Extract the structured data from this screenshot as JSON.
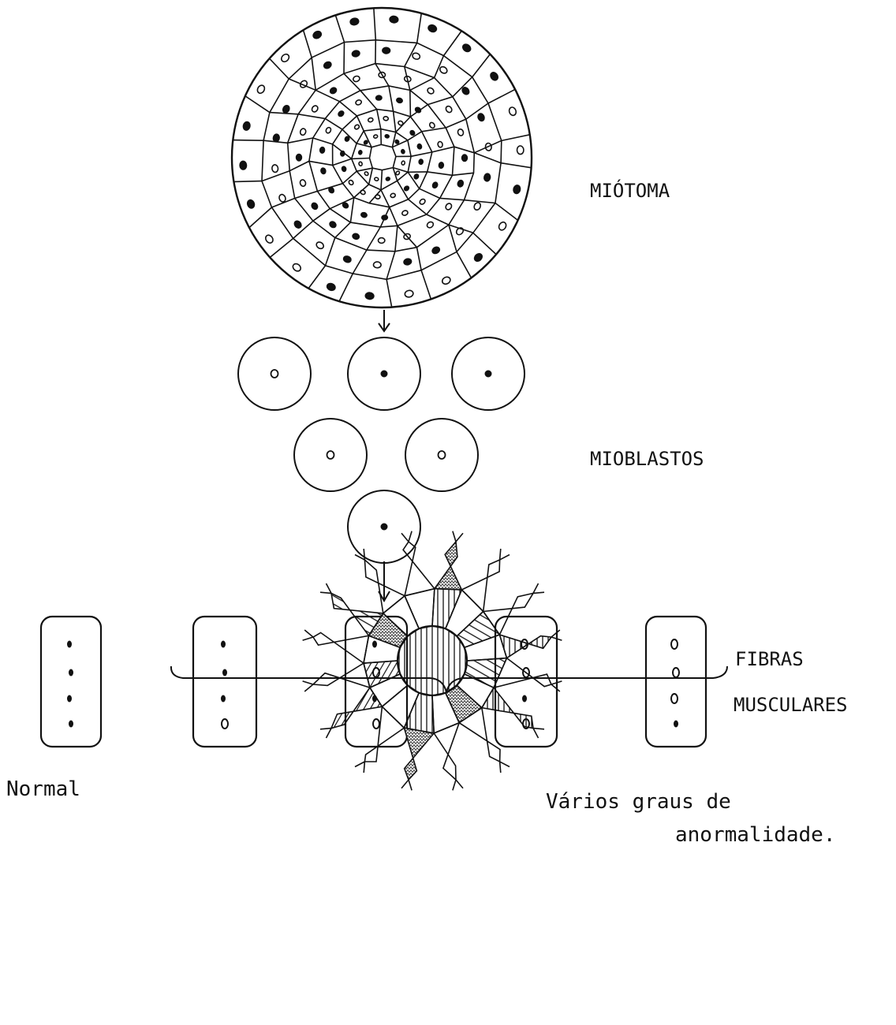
{
  "labels": {
    "miotoma": "MIÓTOMA",
    "mioblastos": "MIOBLASTOS",
    "fibras_line1": "FIBRAS",
    "fibras_line2": "MUSCULARES",
    "normal": "Normal",
    "varios_line1": "Vários graus de",
    "varios_line2": "anormalidade."
  },
  "fibers": [
    {
      "nuclei": [
        "dot",
        "dot",
        "dot",
        "dot"
      ]
    },
    {
      "nuclei": [
        "dot",
        "dot",
        "dot",
        "ring"
      ]
    },
    {
      "nuclei": [
        "dot",
        "ring",
        "dot",
        "ring"
      ]
    },
    {
      "nuclei": [
        "ring",
        "ring",
        "dot",
        "ring"
      ]
    },
    {
      "nuclei": [
        "ring",
        "ring",
        "ring",
        "dot"
      ]
    }
  ],
  "colors": {
    "ink": "#111111",
    "paper": "#ffffff"
  }
}
